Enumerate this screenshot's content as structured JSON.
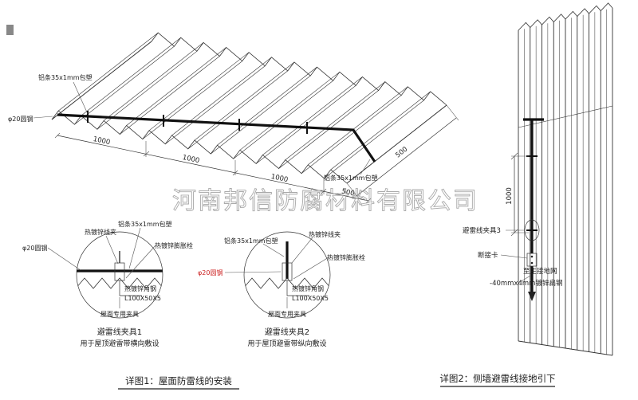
{
  "watermark": "河南邦信防腐材料有限公司",
  "roof": {
    "label_strip_left": "铝条35x1mm包塑",
    "label_rod": "φ20圆钢",
    "label_strip_right": "铝条35x1mm包塑",
    "dim_1": "1000",
    "dim_2": "1000",
    "dim_3": "1000",
    "dim_4": "500",
    "dim_5": "500"
  },
  "detail1": {
    "title": "避雷线夹具1",
    "subtitle": "用于屋顶避雷带横向敷设",
    "label_clip": "热镀锌线夹",
    "label_strip": "铝条35x1mm包塑",
    "label_anchor": "热镀锌膨胀栓",
    "label_rod": "φ20圆钢",
    "label_angle1": "热镀锌角钢",
    "label_angle2": "L100X50X5",
    "label_fixture": "屋面专用夹具"
  },
  "detail2": {
    "title": "避雷线夹具2",
    "subtitle": "用于屋顶避雷带纵向敷设",
    "label_strip": "铝条35x1mm包塑",
    "label_clip": "热镀锌线夹",
    "label_anchor": "热镀锌膨胀栓",
    "label_rod": "φ20圆钢",
    "label_angle1": "热镀锌角钢",
    "label_angle2": "L100X50X5",
    "label_fixture": "屋面专用夹具"
  },
  "wall": {
    "dim": "1000",
    "label_clamp": "避雷线夹具3",
    "label_disconnect": "断接卡",
    "label_ground": "至主接地网",
    "label_flat_steel": "-40mmx4mm镀锌扁钢"
  },
  "captions": {
    "detail1": "详图1：屋面防雷线的安装",
    "detail2": "详图2：侧墙避雷线接地引下"
  },
  "colors": {
    "line": "#333333",
    "accent_red": "#cc2222",
    "watermark_gray": "#9b9b9b"
  }
}
